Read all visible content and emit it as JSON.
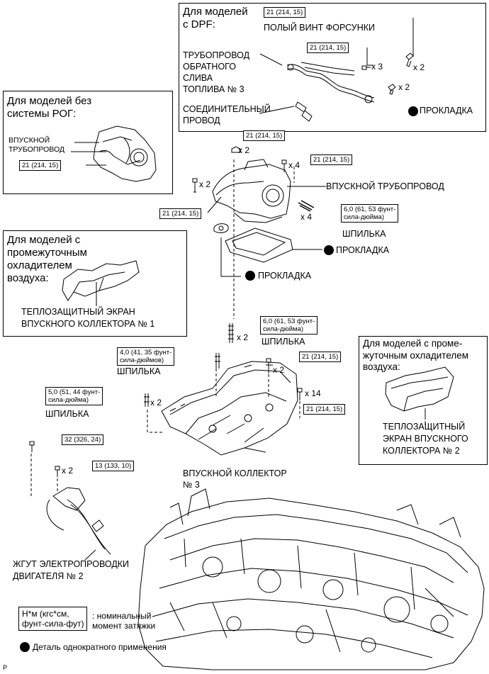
{
  "boxes": {
    "dpf_title": "Для моделей\nс DPF:",
    "no_egr_title": "Для моделей без\nсистемы РОГ:",
    "intercooler1_title": "Для моделей с\nпромежуточным\nохладителем\nвоздуха:",
    "intercooler2_title": "Для моделей с проме-\nжуточным охладителем\nвоздуха:"
  },
  "labels": {
    "injector_union_bolt": "ПОЛЫЙ ВИНТ ФОРСУНКИ",
    "fuel_return_pipe": "ТРУБОПРОВОД\nОБРАТНОГО\nСЛИВА\nТОПЛИВА № 3",
    "connector": "СОЕДИНИТЕЛЬНЫЙ\nПРОВОД",
    "gasket_a": "ПРОКЛАДКА",
    "intake_pipe_small": "ВПУСКНОЙ\nТРУБОПРОВОД",
    "intake_pipe": "ВПУСКНОЙ ТРУБОПРОВОД",
    "stud_a": "ШПИЛЬКА",
    "gasket_b": "ПРОКЛАДКА",
    "gasket_c": "ПРОКЛАДКА",
    "heat_shield_1": "ТЕПЛОЗАЩИТНЫЙ ЭКРАН\nВПУСКНОГО КОЛЛЕКТОРА № 1",
    "stud_b": "ШПИЛЬКА",
    "stud_c": "ШПИЛЬКА",
    "stud_d": "ШПИЛЬКА",
    "heat_shield_2": "ТЕПЛОЗАЩИТНЫЙ\nЭКРАН ВПУСКНОГО\nКОЛЛЕКТОРА № 2",
    "intake_manifold": "ВПУСКНОЙ КОЛЛЕКТОР\n№ 3",
    "wire_harness": "ЖГУТ ЭЛЕКТРОПРОВОДКИ\nДВИГАТЕЛЯ № 2",
    "page_mark": "P"
  },
  "torques": {
    "t_dpf_union": "21 (214, 15)",
    "t_dpf_bolts": "21 (214, 15)",
    "t_egr_pipe": "21 (214, 15)",
    "t_top": "21 (214, 15)",
    "t_pipe_right": "21 (214, 15)",
    "t_pipe_left": "21 (214, 15)",
    "t_stud_pipe": "6,0 (61, 53 фунт-\nсила-дюйма)",
    "t_stud_mid": "6,0 (61, 53 фунт-\nсила-дюйма)",
    "t_stud_41": "4,0 (41, 35 фунт-\nсила-дюймов)",
    "t_manifold_bolt": "21 (214, 15)",
    "t_stud_51": "5,0 (51, 44 фунт-\nсила-дюйма)",
    "t_manifold_14": "21 (214, 15)",
    "t_bolt_32": "32 (326, 24)",
    "t_bolt_13": "13 (133, 10)"
  },
  "quantities": {
    "q_union": "x 2",
    "q_dpf_bolts": "x 3",
    "q_dpf_gasket": "x 2",
    "q_top": "x 2",
    "q_pipe_right": "x 4",
    "q_pipe_left": "x 2",
    "q_stud_pipe": "x 4",
    "q_stud_mid": "x 2",
    "q_manifold_bolt": "x 2",
    "q_manifold_14": "x 14",
    "q_stud_51": "x 2",
    "q_bolt_13": "x 2"
  },
  "legend": {
    "units_box": "Н*м (кгс*см,\nфунт-сила-фут)",
    "units_text": ": номинальный\nмомент затяжки",
    "single_use_text": "Деталь однократного применения"
  }
}
